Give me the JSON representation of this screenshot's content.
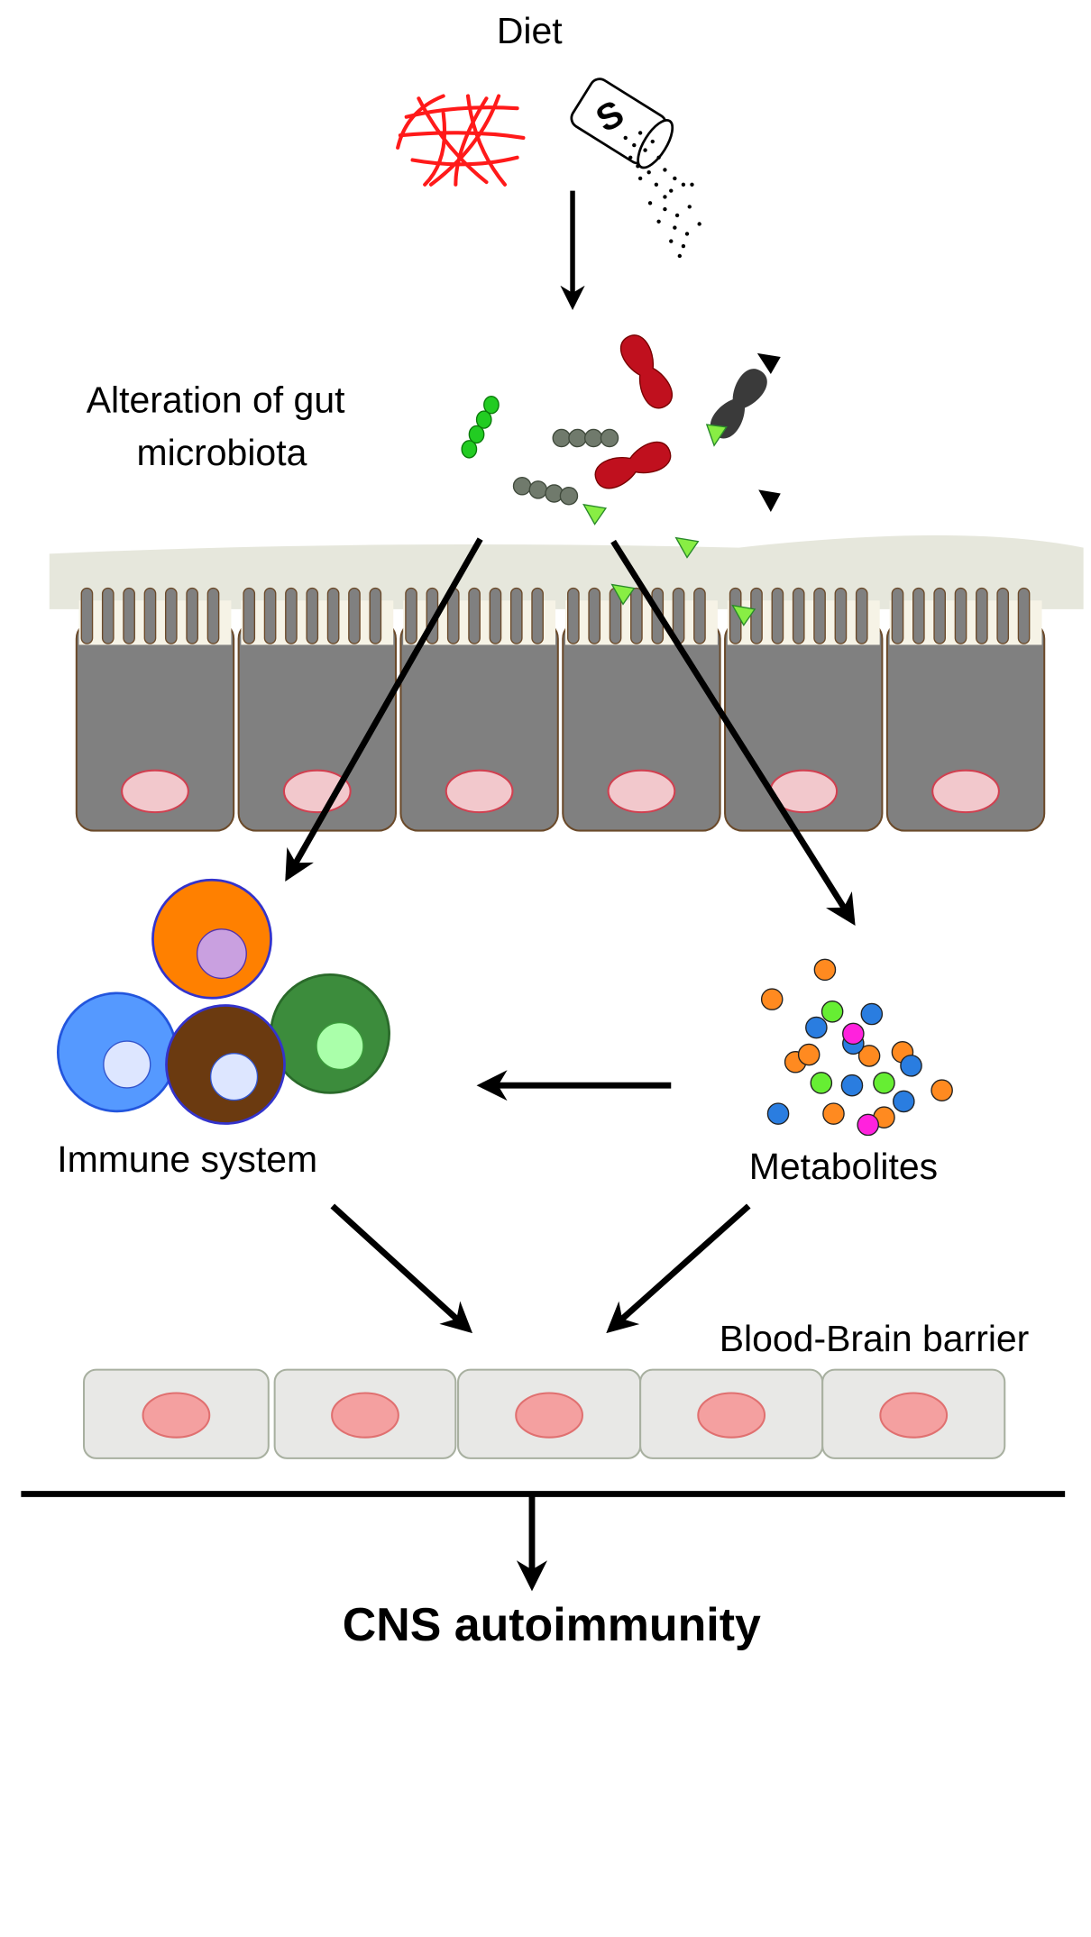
{
  "labels": {
    "diet": "Diet",
    "salt_letter": "S",
    "microbiota_line1": "Alteration of gut",
    "microbiota_line2": "microbiota",
    "immune": "Immune system",
    "metabolites": "Metabolites",
    "bbb": "Blood-Brain barrier",
    "cns": "CNS autoimmunity"
  },
  "colors": {
    "meat_fibers": "#ff1a1a",
    "epithelium": "#808080",
    "epithelium_outline": "#6b4a2a",
    "epithelium_nucleus": "#f2c8cc",
    "mucus": "#e2e3d6",
    "bacteria_red": "#c0101e",
    "bacteria_dark": "#3a3a3a",
    "bacteria_green": "#22cc22",
    "bacteria_gray": "#707a6c",
    "metabolite_triangle": "#88ee44",
    "immune_orange": "#ff8000",
    "immune_blue": "#5599ff",
    "immune_brown": "#6b3a10",
    "immune_green": "#3c8c3c",
    "bbb_cell": "#e8e8e6",
    "bbb_nucleus": "#f4a0a0",
    "metabolite_orange": "#ff8a20",
    "metabolite_blue": "#2a7de0",
    "metabolite_green": "#66ee33",
    "metabolite_magenta": "#ff22dd"
  }
}
